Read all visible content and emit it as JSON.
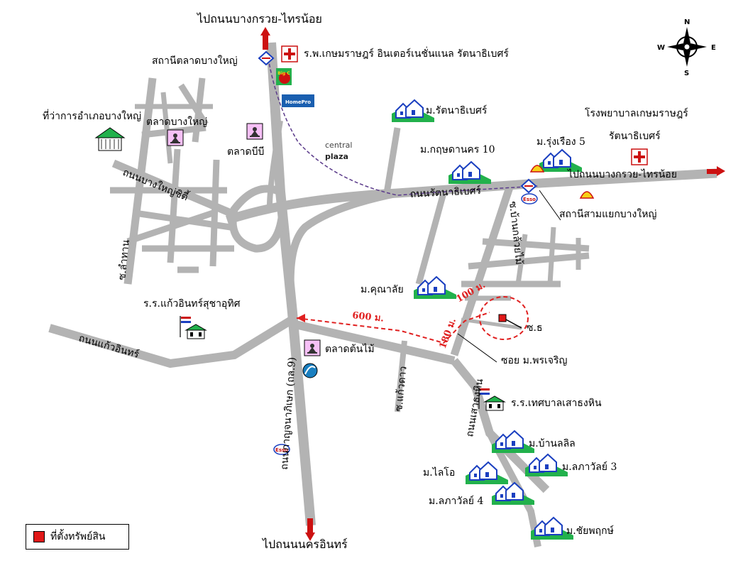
{
  "labels": {
    "to_bangkruai_top": "ไปถนนบางกรวย-ไทรน้อย",
    "to_bangkruai_right": "ไปถนนบางกรวย-ไทรน้อย",
    "to_nakhon_inthon": "ไปถนนนครอินทร์",
    "station_talat_bangyai": "สถานีตลาดบางใหญ่",
    "station_samyaek_bangyai": "สถานีสามแยกบางใหญ่",
    "hospital_top": "ร.พ.เกษมราษฎร์ อินเตอร์เนชั่นแนล รัตนาธิเบศร์",
    "hospital_right_line1": "โรงพยาบาลเกษมราษฎร์",
    "hospital_right_line2": "รัตนาธิเบศร์",
    "district_office": "ที่ว่าการอำเภอบางใหญ่",
    "market_bangyai": "ตลาดบางใหญ่",
    "market_bb": "ตลาดบีบี",
    "market_tonmai": "ตลาดต้นไม้",
    "central_line1": "central",
    "central_line2": "plaza",
    "homepro": "HomePro",
    "bigc": "Big C",
    "vill_rattanathibet": "ม.รัตนาธิเบศร์",
    "vill_krisdanakorn": "ม.กฤษดานคร 10",
    "vill_rungrueang": "ม.รุ่งเรือง 5",
    "vill_kunalai": "ม.คุณาลัย",
    "vill_banlalil": "ม.บ้านลลิล",
    "vill_lapawan3": "ม.ลภาวัลย์ 3",
    "vill_lailo": "ม.ไลโอ",
    "vill_lapawan4": "ม.ลภาวัลย์ 4",
    "vill_chaiyaphruek": "ม.ชัยพฤกษ์",
    "school_kaewinthon": "ร.ร.แก้วอินทร์สุชาอุทิศ",
    "school_thetsaban": "ร.ร.เทศบาลเสาธงหิน",
    "soi_phonchaoren": "ซอย ม.พรเจริญ",
    "soi_label": "ซ.ธ",
    "dist_600": "600 ม.",
    "dist_180": "180 ม.",
    "dist_100": "100 ม."
  },
  "roads": {
    "rattanathibet": "ถนนรัตนาธิเบศร์",
    "bangyai_city": "ถนนบางใหญ่ซิตี้",
    "kaewinthon": "ถนนแก้วอินทร์",
    "kanchana": "ถนนกาญจนาภิเษก (ถล.9)",
    "sao_thong_hin": "ถนนเสาธงหิน",
    "soi_ban_kluay": "ซ.บ้านกล้วยไม้",
    "soi_lamthan": "ซ.ลำทาน",
    "soi_kaewdao": "ซ.แก้วดาว"
  },
  "compass": {
    "n": "N",
    "s": "S",
    "e": "E",
    "w": "W"
  },
  "legend": {
    "label": "ที่ตั้งทรัพย์สิน"
  },
  "colors": {
    "road": "#b3b3b3",
    "route": "#e02020",
    "rail": "#5a3a8a",
    "arrow": "#cc1111",
    "village_green": "#22b14c",
    "village_blue": "#1a3fc0"
  }
}
